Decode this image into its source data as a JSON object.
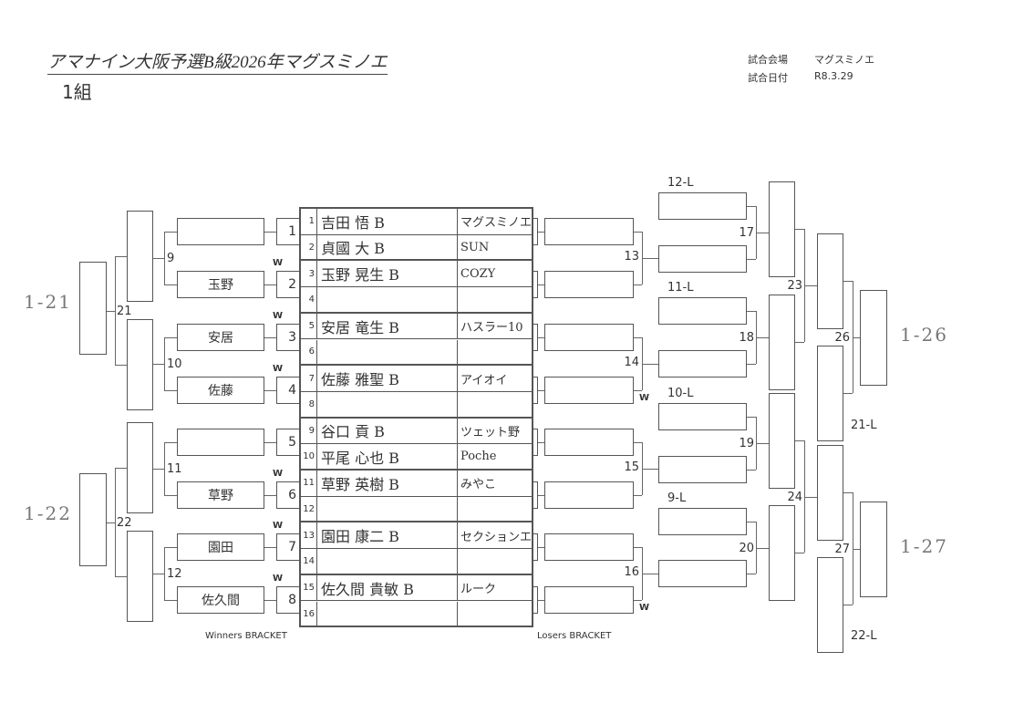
{
  "header": {
    "title": "アマナイン大阪予選B級2026年マグスミノエ",
    "group": "1組",
    "venue_label": "試合会場",
    "venue": "マグスミノエ",
    "date_label": "試合日付",
    "date": "R8.3.29"
  },
  "players": [
    {
      "seed": "1",
      "name": "吉田 悟 B",
      "team": "マグスミノエ"
    },
    {
      "seed": "2",
      "name": "貞國 大 B",
      "team": "SUN"
    },
    {
      "seed": "3",
      "name": "玉野 晃生 B",
      "team": "COZY"
    },
    {
      "seed": "4",
      "name": "",
      "team": ""
    },
    {
      "seed": "5",
      "name": "安居 竜生 B",
      "team": "ハスラー10"
    },
    {
      "seed": "6",
      "name": "",
      "team": ""
    },
    {
      "seed": "7",
      "name": "佐藤 雅聖 B",
      "team": "アイオイ"
    },
    {
      "seed": "8",
      "name": "",
      "team": ""
    },
    {
      "seed": "9",
      "name": "谷口 貢 B",
      "team": "ツェット野"
    },
    {
      "seed": "10",
      "name": "平尾 心也 B",
      "team": "Poche"
    },
    {
      "seed": "11",
      "name": "草野 英樹 B",
      "team": "みやこ"
    },
    {
      "seed": "12",
      "name": "",
      "team": ""
    },
    {
      "seed": "13",
      "name": "園田 康二 B",
      "team": "セクションエ"
    },
    {
      "seed": "14",
      "name": "",
      "team": ""
    },
    {
      "seed": "15",
      "name": "佐久間 貴敏 B",
      "team": "ルーク"
    },
    {
      "seed": "16",
      "name": "",
      "team": ""
    }
  ],
  "winners": {
    "label": "Winners BRACKET",
    "w_mark": "W",
    "matches": [
      "1",
      "2",
      "3",
      "4",
      "5",
      "6",
      "7",
      "8"
    ],
    "round2_names": [
      "",
      "玉野",
      "安居",
      "佐藤",
      "",
      "草野",
      "園田",
      "佐久間"
    ],
    "semis": [
      "9",
      "10",
      "11",
      "12"
    ],
    "finals": [
      "21",
      "22"
    ],
    "handwritten": [
      "1-21",
      "1-22"
    ]
  },
  "losers": {
    "label": "Losers BRACKET",
    "w_mark": "W",
    "round1": [
      "13",
      "14",
      "15",
      "16"
    ],
    "drop_labels": [
      "12-L",
      "11-L",
      "10-L",
      "9-L"
    ],
    "round2": [
      "17",
      "18",
      "19",
      "20"
    ],
    "round3": [
      "23",
      "24"
    ],
    "drop_labels2": [
      "21-L",
      "22-L"
    ],
    "finals": [
      "26",
      "27"
    ],
    "handwritten": [
      "1-26",
      "1-27"
    ]
  }
}
